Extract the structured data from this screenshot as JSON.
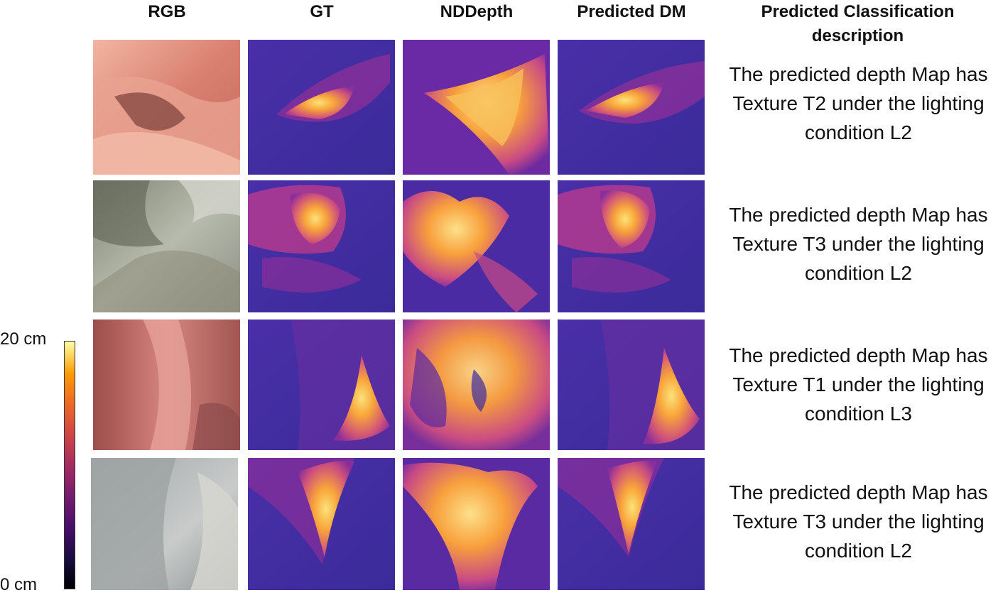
{
  "columns": {
    "rgb": "RGB",
    "gt": "GT",
    "nddepth": "NDDepth",
    "predicted_dm": "Predicted DM",
    "classification": "Predicted Classification description"
  },
  "colorbar": {
    "max_label": "20 cm",
    "min_label": "0 cm"
  },
  "rows": [
    {
      "description": "The predicted depth Map has Texture T2 under the lighting condition L2",
      "rgb_color": "#e0907c"
    },
    {
      "description": "The predicted depth Map has Texture T3 under the lighting condition L2",
      "rgb_color": "#a8ab9c"
    },
    {
      "description": "The predicted depth Map has Texture T1 under the lighting condition L3",
      "rgb_color": "#b86460"
    },
    {
      "description": "The predicted depth Map has Texture T3 under the lighting condition L2",
      "rgb_color": "#b9bcbb"
    }
  ],
  "colors": {
    "depth_bg": "#3d2ca0",
    "depth_mid": "#b33a8f",
    "depth_hot": "#f9a63a",
    "depth_peak": "#fbe27a"
  }
}
